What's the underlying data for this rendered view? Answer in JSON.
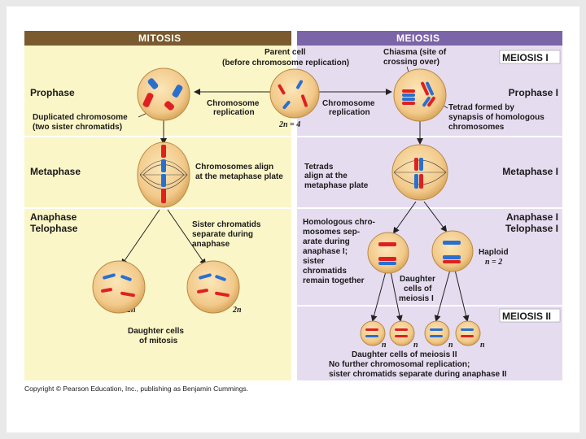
{
  "headers": {
    "mitosis": "MITOSIS",
    "meiosis": "MEIOSIS"
  },
  "meiosis_boxes": {
    "meiosis_one": "MEIOSIS I",
    "meiosis_two": "MEIOSIS II"
  },
  "stages_left": {
    "prophase": "Prophase",
    "metaphase": "Metaphase",
    "anaphase": "Anaphase",
    "telophase": "Telophase"
  },
  "stages_right": {
    "prophase": "Prophase I",
    "metaphase": "Metaphase I",
    "anaphase": "Anaphase I",
    "telophase": "Telophase I"
  },
  "parent": {
    "title": "Parent cell",
    "subtitle": "(before chromosome replication)",
    "ploidy": "2n = 4"
  },
  "chiasma": {
    "line1": "Chiasma (site of",
    "line2": "crossing over)"
  },
  "replication": {
    "left_line1": "Chromosome",
    "left_line2": "replication",
    "right_line1": "Chromosome",
    "right_line2": "replication"
  },
  "duplicated": {
    "line1": "Duplicated chromosome",
    "line2": "(two sister chromatids)"
  },
  "tetrad": {
    "line1": "Tetrad formed by",
    "line2": "synapsis of homologous",
    "line3": "chromosomes"
  },
  "align": {
    "line1": "Chromosomes align",
    "line2": "at the metaphase plate"
  },
  "tetrads": {
    "line1": "Tetrads",
    "line2": "align at the",
    "line3": "metaphase plate"
  },
  "sister": {
    "line1": "Sister chromatids",
    "line2": "separate during",
    "line3": "anaphase"
  },
  "homologous": {
    "line1": "Homologous chro-",
    "line2": "mosomes sep-",
    "line3": "arate during",
    "line4": "anaphase I;",
    "line5": "sister",
    "line6": "chromatids",
    "line7": "remain together"
  },
  "haploid": {
    "line1": "Haploid",
    "line2": "n = 2"
  },
  "daughter_meiosis1": {
    "line1": "Daughter",
    "line2": "cells of",
    "line3": "meiosis I"
  },
  "daughter_mitosis": {
    "line1": "Daughter cells",
    "line2": "of mitosis",
    "ploidy_left": "2n",
    "ploidy_right": "2n"
  },
  "daughter_meiosis2": {
    "title": "Daughter cells of meiosis II",
    "line1": "No further chromosomal replication;",
    "line2": "sister chromatids separate during anaphase II",
    "n1": "n",
    "n2": "n",
    "n3": "n",
    "n4": "n"
  },
  "copyright": "Copyright © Pearson Education, Inc., publishing as Benjamin Cummings.",
  "colors": {
    "mitosis_header": "#7a5a2e",
    "meiosis_header": "#7c64a8",
    "mitosis_bg": "#fbf6c8",
    "meiosis_bg": "#e6dcf0",
    "cell": "#f4d08c",
    "red": "#e02020",
    "blue": "#2a6fd0"
  }
}
